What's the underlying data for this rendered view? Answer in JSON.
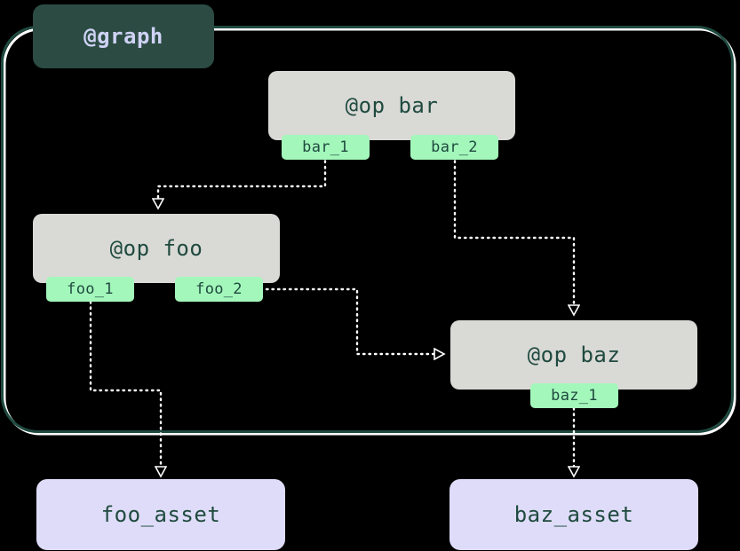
{
  "diagram": {
    "type": "dataflow-graph",
    "background_color": "#000000",
    "subgraph": {
      "label": "@graph",
      "label_bg": "#2c4c43",
      "label_fg": "#cfd2f5",
      "border_color": "#1f4a3f",
      "halo_color": "#ffffff"
    },
    "op_nodes": [
      {
        "id": "foo",
        "title": "@op foo",
        "fill": "#d9d9d6",
        "text_color": "#1f4a3f",
        "ports": [
          {
            "id": "foo_1",
            "label": "foo_1"
          },
          {
            "id": "foo_2",
            "label": "foo_2"
          }
        ]
      },
      {
        "id": "bar",
        "title": "@op bar",
        "fill": "#d9d9d6",
        "text_color": "#1f4a3f",
        "ports": [
          {
            "id": "bar_1",
            "label": "bar_1"
          },
          {
            "id": "bar_2",
            "label": "bar_2"
          }
        ]
      },
      {
        "id": "baz",
        "title": "@op baz",
        "fill": "#d9d9d6",
        "text_color": "#1f4a3f",
        "ports": [
          {
            "id": "baz_1",
            "label": "baz_1"
          }
        ]
      }
    ],
    "asset_nodes": [
      {
        "id": "foo_asset",
        "label": "foo_asset",
        "fill": "#dedcf8",
        "text_color": "#1f4a3f"
      },
      {
        "id": "baz_asset",
        "label": "baz_asset",
        "fill": "#dedcf8",
        "text_color": "#1f4a3f"
      }
    ],
    "edges": [
      {
        "from": "bar_1",
        "to": "foo",
        "style": "dotted",
        "color": "#ffffff"
      },
      {
        "from": "bar_2",
        "to": "baz",
        "style": "dotted",
        "color": "#ffffff"
      },
      {
        "from": "foo_2",
        "to": "baz",
        "style": "dotted",
        "color": "#ffffff"
      },
      {
        "from": "foo_1",
        "to": "foo_asset",
        "style": "dotted",
        "color": "#ffffff"
      },
      {
        "from": "baz_1",
        "to": "baz_asset",
        "style": "dotted",
        "color": "#ffffff"
      }
    ]
  }
}
